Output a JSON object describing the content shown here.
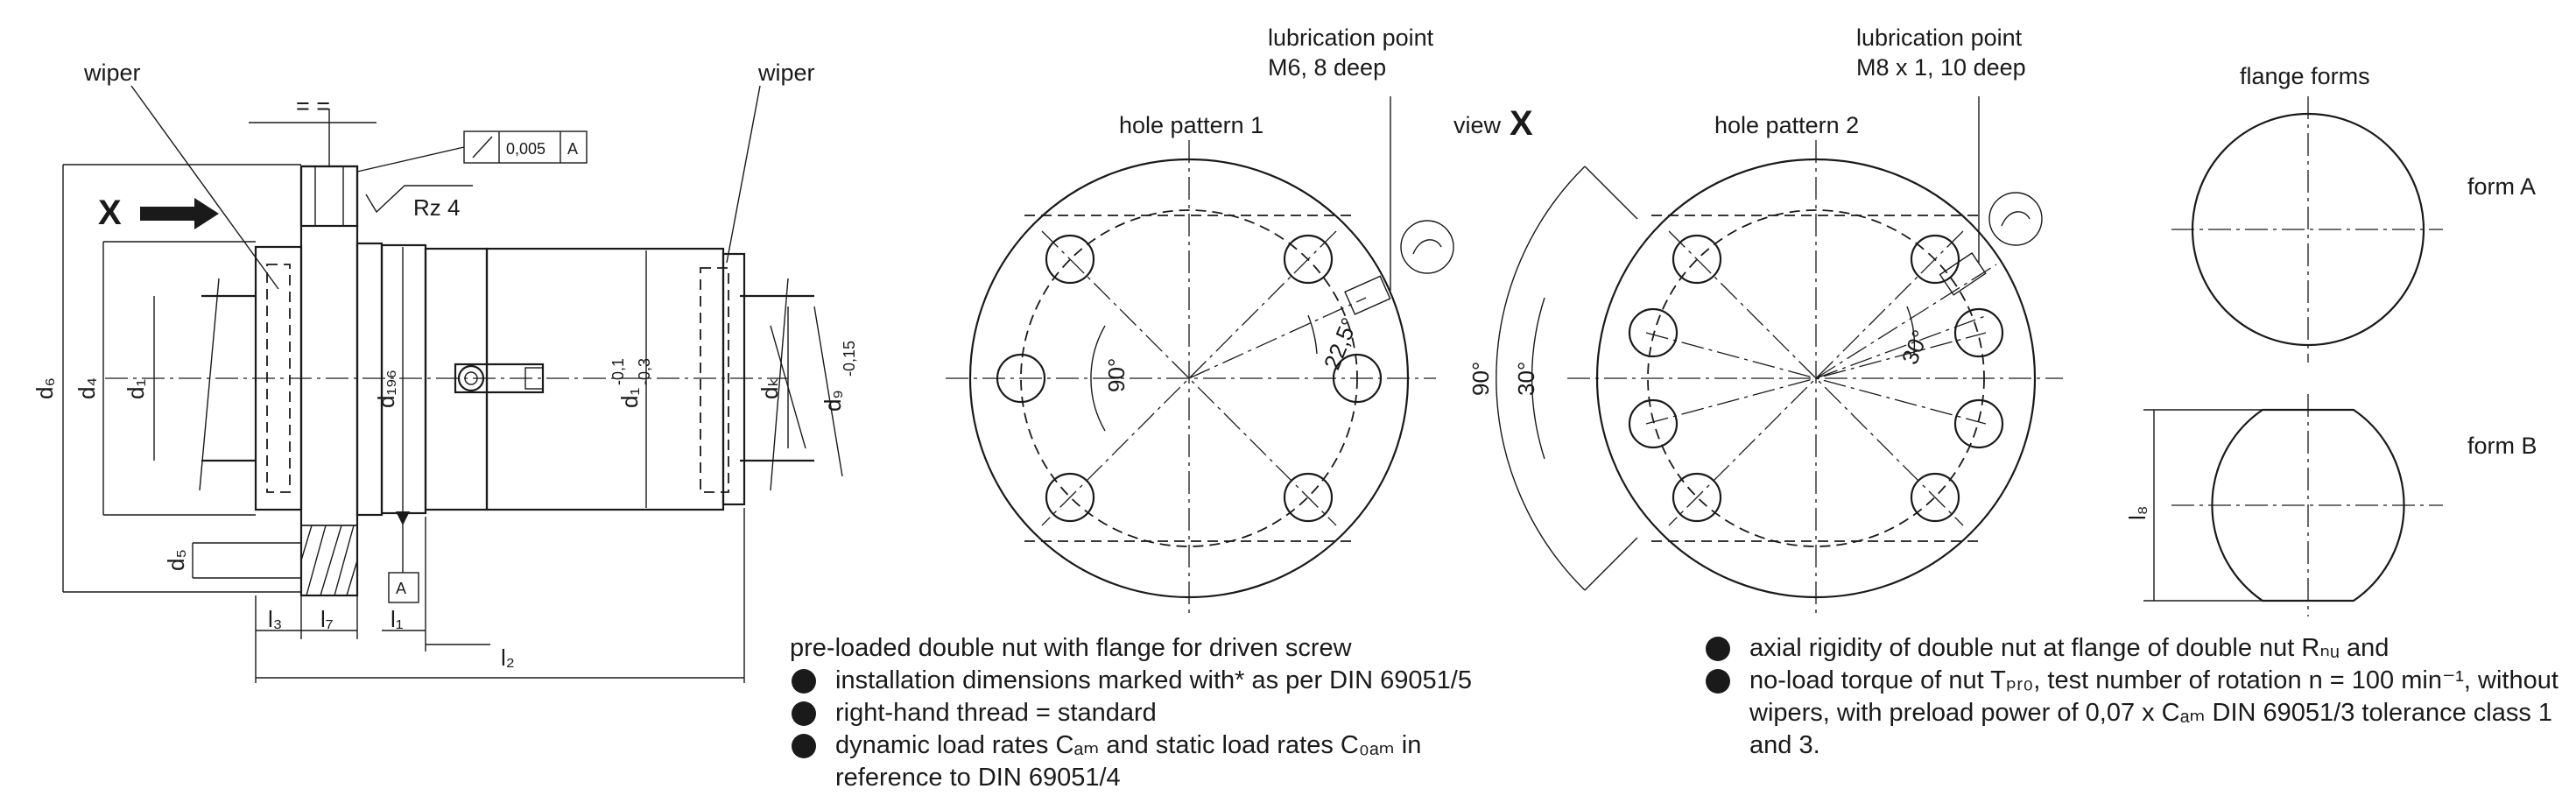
{
  "left_view": {
    "wiper_left": "wiper",
    "wiper_right": "wiper",
    "view_marker": "X",
    "flatness": "0,005",
    "datum": "A",
    "roughness": "Rz 4",
    "equal_marks": "=  =",
    "d6": "d₆",
    "d4": "d₄",
    "d1": "d₁",
    "d5": "d₅",
    "d1_g6": "d₁₉₆",
    "d1_tol": "d₁",
    "tol_upper": "-0,1",
    "tol_lower": "-0,3",
    "dk": "dₖ",
    "d9": "d₉",
    "d9_tol": "-0,15",
    "datum_a_box": "A",
    "l3": "l₃",
    "l7": "l₇",
    "l1": "l₁",
    "l2": "l₂"
  },
  "hole_pattern_1": {
    "title": "hole pattern 1",
    "lube_line1": "lubrication point",
    "lube_line2": "M6, 8 deep",
    "angle_90": "90°",
    "angle_22": "22,5°"
  },
  "view_label": {
    "prefix": "view",
    "letter": "X"
  },
  "hole_pattern_2": {
    "title": "hole pattern 2",
    "lube_line1": "lubrication point",
    "lube_line2": "M8 x 1, 10 deep",
    "angle_90": "90°",
    "angle_30a": "30°",
    "angle_30b": "30°"
  },
  "flange_forms": {
    "title": "flange forms",
    "form_a": "form A",
    "form_b": "form B",
    "l8": "l₈"
  },
  "notes_left": {
    "heading": "pre-loaded double nut with flange for driven screw",
    "items": [
      "installation dimensions marked with* as per DIN 69051/5",
      "right-hand thread = standard",
      "dynamic load rates Cₐₘ and static load rates C₀ₐₘ in reference to DIN 69051/4"
    ]
  },
  "notes_right": {
    "items": [
      "axial rigidity of double nut at flange of double nut Rₙᵤ and",
      "no-load torque of nut Tₚᵣ₀, test number of rotation n = 100 min⁻¹, without wipers, with preload power of 0,07 x Cₐₘ DIN 69051/3 tolerance class 1 and 3."
    ]
  }
}
